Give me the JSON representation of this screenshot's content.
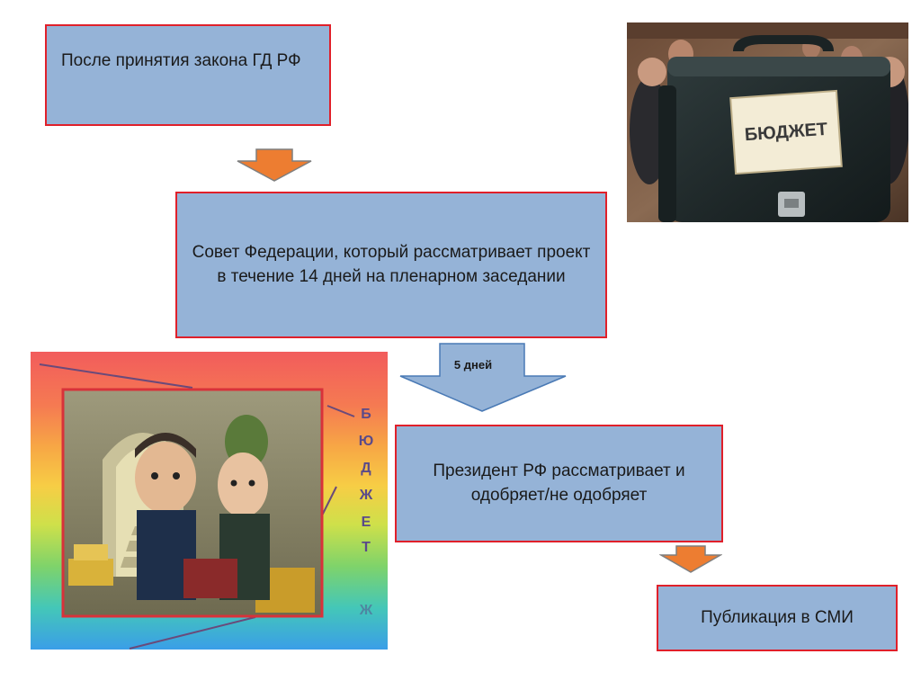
{
  "steps": {
    "step1": "После принятия закона ГД РФ",
    "step2": "Совет Федерации, который рассматривает проект в течение 14 дней на пленарном заседании",
    "step3": "Президент РФ рассматривает и одобряет/не одобряет",
    "step4": "Публикация в СМИ"
  },
  "arrow_label": "5 дней",
  "briefcase_tag": "БЮДЖЕТ",
  "cartoon_letters": [
    "Б",
    "Ю",
    "Д",
    "Ж",
    "Е",
    "Т",
    "Ж"
  ],
  "colors": {
    "box_fill": "#95b3d7",
    "box_border": "#e0202a",
    "arrow_orange": "#ed7d31",
    "arrow_blue": "#95b3d7"
  }
}
